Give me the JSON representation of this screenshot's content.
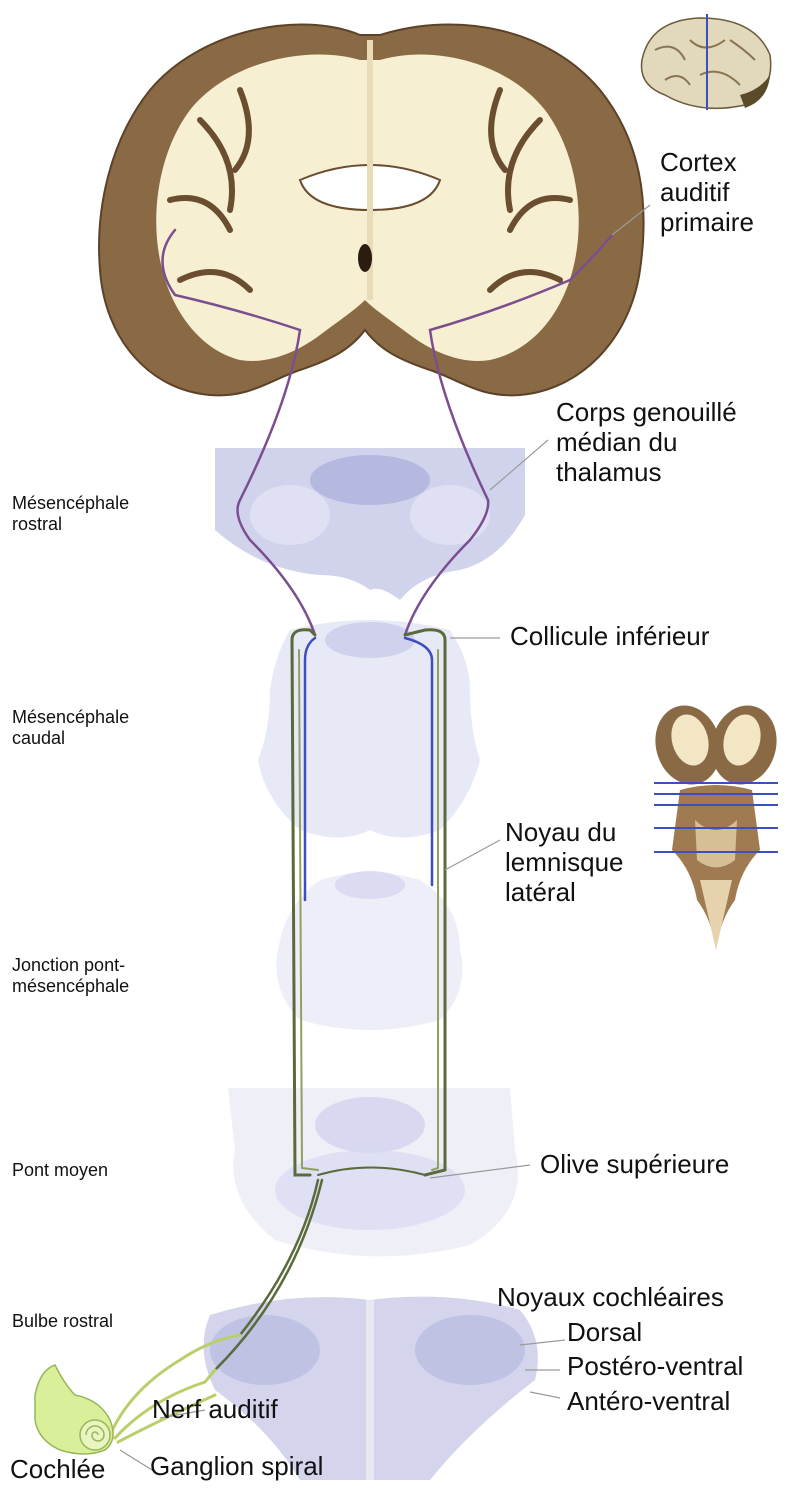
{
  "colors": {
    "background": "#ffffff",
    "cortex_grey": "#8a6a45",
    "cortex_white": "#f7efd2",
    "brainstem_section": "#c9cbea",
    "pathway_purple": "#7b4f8f",
    "pathway_blue": "#3c4fbf",
    "pathway_olive": "#5a6a3a",
    "pathway_lightgreen": "#b8cf6a",
    "cochlea": "#d9ef9a"
  },
  "icons": [
    "brain-lateral-icon",
    "brainstem-dorsal-icon",
    "cochlea-icon"
  ],
  "levels": [
    {
      "id": "rostral-midbrain",
      "lines": [
        "Mésencéphale",
        "rostral"
      ]
    },
    {
      "id": "caudal-midbrain",
      "lines": [
        "Mésencéphale",
        "caudal"
      ]
    },
    {
      "id": "pons-midbrain-junction",
      "lines": [
        "Jonction pont-",
        "mésencéphale"
      ]
    },
    {
      "id": "mid-pons",
      "lines": [
        "Pont moyen"
      ]
    },
    {
      "id": "rostral-medulla",
      "lines": [
        "Bulbe rostral"
      ]
    }
  ],
  "structures": [
    {
      "id": "primary-auditory-cortex",
      "lines": [
        "Cortex",
        "auditif",
        "primaire"
      ]
    },
    {
      "id": "medial-geniculate",
      "lines": [
        "Corps genouillé",
        "médian du",
        "thalamus"
      ]
    },
    {
      "id": "inferior-colliculus",
      "lines": [
        "Collicule inférieur"
      ]
    },
    {
      "id": "lateral-lemniscus-nucleus",
      "lines": [
        "Noyau du",
        "lemnisque",
        "latéral"
      ]
    },
    {
      "id": "superior-olive",
      "lines": [
        "Olive supérieure"
      ]
    },
    {
      "id": "cochlear-nuclei",
      "lines": [
        "Noyaux cochléaires"
      ]
    },
    {
      "id": "dorsal",
      "lines": [
        "Dorsal"
      ]
    },
    {
      "id": "posteroventral",
      "lines": [
        "Postéro-ventral"
      ]
    },
    {
      "id": "anteroventral",
      "lines": [
        "Antéro-ventral"
      ]
    },
    {
      "id": "auditory-nerve",
      "lines": [
        "Nerf auditif"
      ]
    },
    {
      "id": "cochlea",
      "lines": [
        "Cochlée"
      ]
    },
    {
      "id": "spiral-ganglion",
      "lines": [
        "Ganglion spiral"
      ]
    }
  ]
}
